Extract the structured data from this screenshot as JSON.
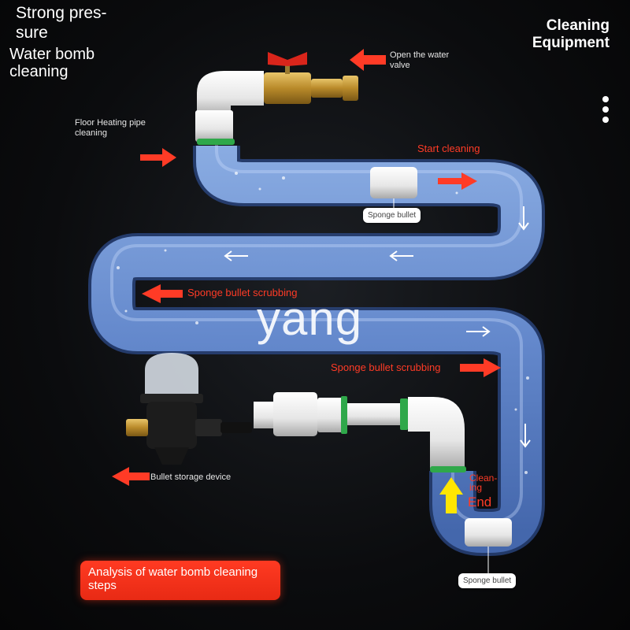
{
  "header": {
    "title_line1": "Strong pres-",
    "title_line2": "sure",
    "subtitle_line1": "Water bomb",
    "subtitle_line2": "cleaning"
  },
  "brand": {
    "line1": "Cleaning",
    "line2": "Equipment"
  },
  "labels": {
    "open_valve_line1": "Open the water",
    "open_valve_line2": "valve",
    "floor_pipe_line1": "Floor Heating pipe",
    "floor_pipe_line2": "cleaning",
    "start_cleaning": "Start cleaning",
    "sponge_bullet_top": "Sponge bullet",
    "scrubbing_1": "Sponge bullet scrubbing",
    "scrubbing_2": "Sponge bullet scrubbing",
    "storage_device": "Bullet storage device",
    "cleaning_end_line1": "Clean-",
    "cleaning_end_line2": "ing",
    "end": "End",
    "sponge_bullet_bottom": "Sponge bullet",
    "steps_line1": "Analysis of water bomb cleaning",
    "steps_line2": "steps"
  },
  "watermark": "yang",
  "colors": {
    "pipe": "#7fa6e6",
    "accent_red": "#ff3b26",
    "arrow_yellow": "#ffe600",
    "background": "#0b0c0e"
  },
  "icons": {
    "menu": "more-vertical-icon",
    "flow_arrow": "arrow-icon",
    "valve": "ball-valve-icon",
    "filter": "bullet-storage-filter-icon"
  }
}
